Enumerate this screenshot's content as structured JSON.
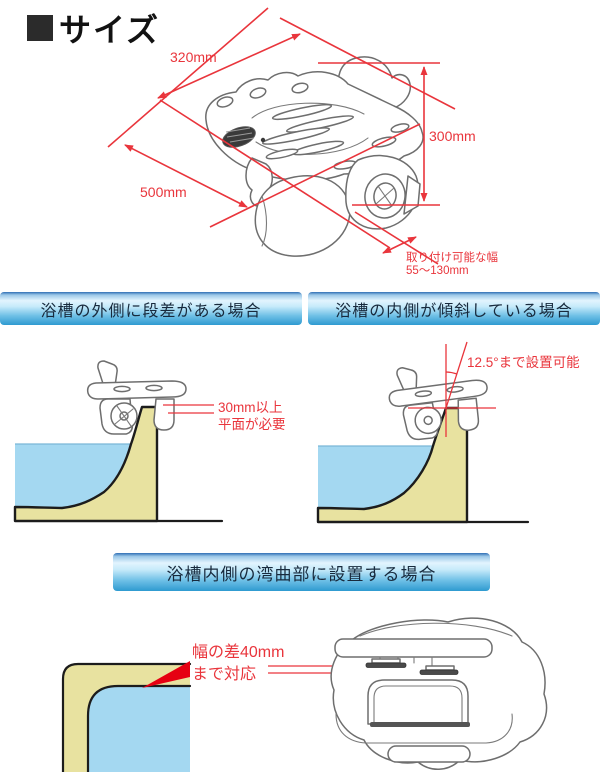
{
  "title": {
    "bullet": "■",
    "text": "サイズ"
  },
  "size_diagram": {
    "width_label": "320mm",
    "height_label": "300mm",
    "depth_label": "500mm",
    "clamp_width_note_1": "取り付け可能な幅",
    "clamp_width_note_2": "55〜130mm"
  },
  "sections": {
    "outside_step": {
      "title": "浴槽の外側に段差がある場合",
      "note_1": "30mm以上",
      "note_2": "平面が必要"
    },
    "inside_slope": {
      "title": "浴槽の内側が傾斜している場合",
      "note": "12.5°まで設置可能"
    },
    "curve": {
      "title": "浴槽内側の湾曲部に設置する場合",
      "note_1": "幅の差40mm",
      "note_2": "まで対応"
    }
  },
  "colors": {
    "red": "#e9353c",
    "water_blue": "#a4d8f1",
    "tub_yellow": "#e8e2a0",
    "bar_blue": "#2e9ad0"
  }
}
